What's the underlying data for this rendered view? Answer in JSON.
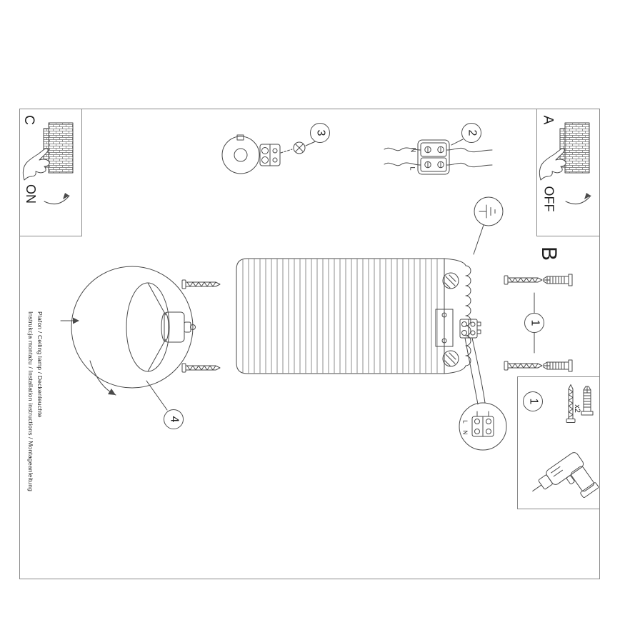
{
  "doc": {
    "step_labels": {
      "a": "A",
      "b": "B",
      "c": "C"
    },
    "step_numbers": {
      "n1": "1",
      "n2": "2",
      "n3": "3",
      "n4": "4"
    },
    "switch": {
      "on": "ON",
      "off": "OFF"
    },
    "wiring": {
      "neutral": "N",
      "live": "L"
    },
    "parts": {
      "step": "1",
      "screw_qty": "x2"
    },
    "title_block": {
      "product": "Plafon / Ceiling lamp / Deckenleuchte",
      "instructions": "Instrukcja montażu / Installation instructions / Montageanleitung"
    },
    "colors": {
      "line": "#4a4a4a",
      "border": "#8a8a8a"
    }
  }
}
